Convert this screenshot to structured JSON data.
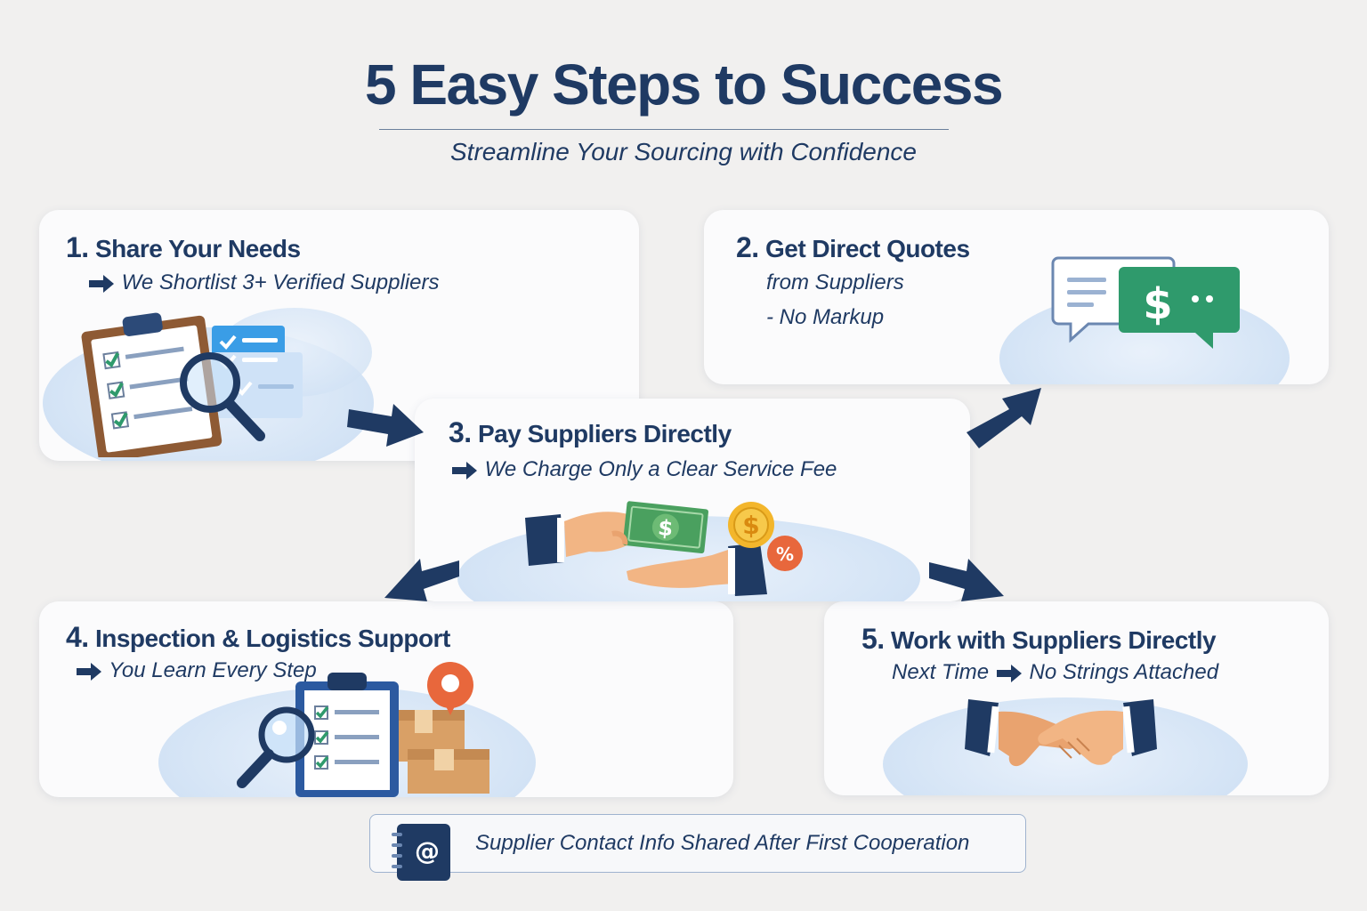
{
  "header": {
    "title": "5 Easy Steps to Success",
    "subtitle": "Streamline Your Sourcing with Confidence"
  },
  "steps": [
    {
      "number": "1.",
      "title": "Share Your Needs",
      "lines": [
        "We Shortlist 3+ Verified Suppliers"
      ],
      "icon": "clipboard-checklist-search-icon"
    },
    {
      "number": "2.",
      "title": "Get Direct Quotes",
      "lines": [
        "from Suppliers",
        "- No Markup"
      ],
      "icon": "chat-quote-dollar-icon"
    },
    {
      "number": "3.",
      "title": "Pay Suppliers Directly",
      "lines": [
        "We Charge Only a Clear Service Fee"
      ],
      "icon": "payment-hands-icon"
    },
    {
      "number": "4.",
      "title": "Inspection & Logistics Support",
      "lines": [
        "You Learn Every Step"
      ],
      "icon": "inspection-boxes-location-icon"
    },
    {
      "number": "5.",
      "title": "Work with Suppliers Directly",
      "lines": [
        "Next Time",
        "No Strings Attached"
      ],
      "icon": "handshake-icon"
    }
  ],
  "footer": {
    "text": "Supplier Contact Info Shared After First Cooperation",
    "icon": "address-book-at-icon"
  },
  "colors": {
    "navy": "#1f3a63",
    "green": "#2f9a6c",
    "blue_accent": "#4aa3e8",
    "orange": "#e8673c",
    "background": "#f1f0ef"
  }
}
